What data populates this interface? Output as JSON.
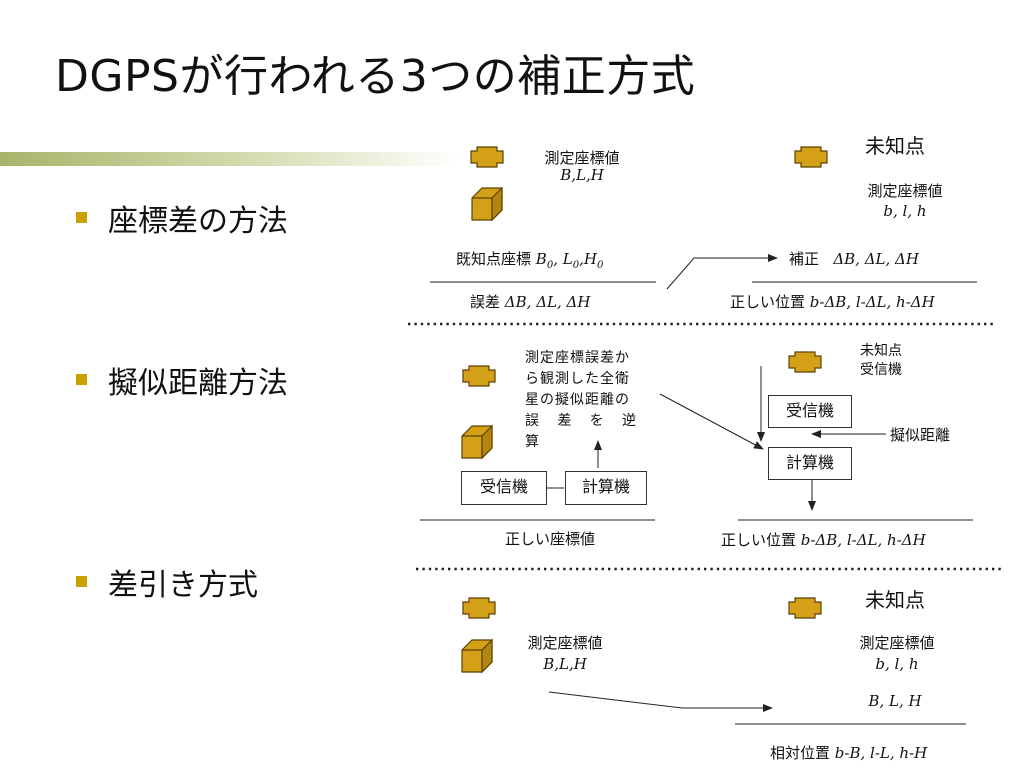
{
  "title": "DGPSが行われる3つの補正方式",
  "colors": {
    "accent": "#c9a100",
    "bar_start": "#a8b46a",
    "bar_end": "#ffffff",
    "icon_fill": "#d4a017",
    "icon_stroke": "#5a4300"
  },
  "bullets": [
    "座標差の方法",
    "擬似距離方法",
    "差引き方式"
  ],
  "sec1": {
    "ref_label": "測定座標値",
    "ref_coord": "B,L,H",
    "unknown_title": "未知点",
    "unknown_label": "測定座標値",
    "unknown_coord": "b, l, h",
    "known_label": "既知点座標",
    "known_coord_b": "B",
    "known_coord_l": "L",
    "known_coord_h": "H",
    "known_sub": "0",
    "known_sep": ",",
    "correction_label": "補正",
    "correction_coord": "ΔB, ΔL, ΔH",
    "error_label": "誤差",
    "error_coord": "ΔB, ΔL, ΔH",
    "result_label": "正しい位置",
    "result_coord": "b-ΔB, l-ΔL, h-ΔH"
  },
  "sec2": {
    "vertical_text": [
      "測定座標誤差か",
      "ら観測した全衛",
      "星の擬似距離の",
      "誤差を逆算"
    ],
    "receiver_left": "受信機",
    "computer_left": "計算機",
    "correct_coord_label": "正しい座標値",
    "unknown_title": "未知点",
    "unknown_sub": "受信機",
    "receiver_right": "受信機",
    "computer_right": "計算機",
    "pseudo_label": "擬似距離",
    "result_label": "正しい位置",
    "result_coord": "b-ΔB, l-ΔL, h-ΔH"
  },
  "sec3": {
    "ref_label": "測定座標値",
    "ref_coord": "B,L,H",
    "unknown_title": "未知点",
    "unknown_label": "測定座標値",
    "unknown_coord": "b, l, h",
    "mid_coord": "B, L, H",
    "result_label": "相対位置",
    "result_coord": "b-B, l-L, h-H"
  }
}
